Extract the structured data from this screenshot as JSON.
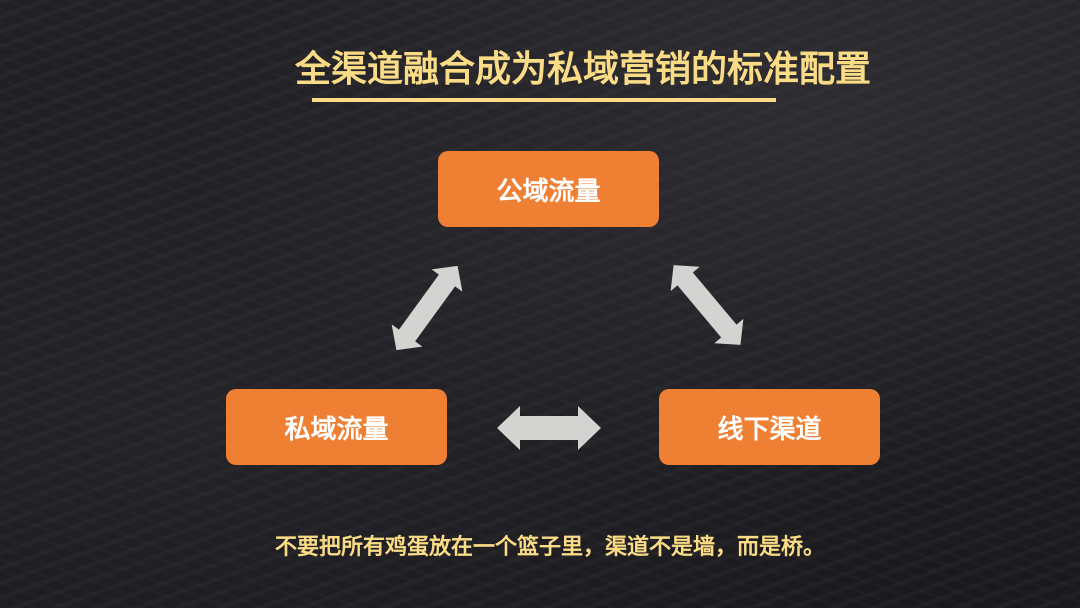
{
  "slide": {
    "title": "全渠道融合成为私域营销的标准配置",
    "nodes": {
      "top": "公域流量",
      "left": "私域流量",
      "right": "线下渠道"
    },
    "arrows": [
      {
        "name": "left-diagonal-double-arrow",
        "between": [
          "公域流量",
          "私域流量"
        ]
      },
      {
        "name": "right-diagonal-double-arrow",
        "between": [
          "公域流量",
          "线下渠道"
        ]
      },
      {
        "name": "horizontal-double-arrow",
        "between": [
          "私域流量",
          "线下渠道"
        ]
      }
    ],
    "quote": "不要把所有鸡蛋放在一个篮子里，渠道不是墙，而是桥。"
  },
  "colors": {
    "title": "#fbdc86",
    "node_fill": "#ee7f33",
    "node_text": "#ffffff",
    "arrow": "#d3d3d1",
    "background": "#1e1d21"
  }
}
